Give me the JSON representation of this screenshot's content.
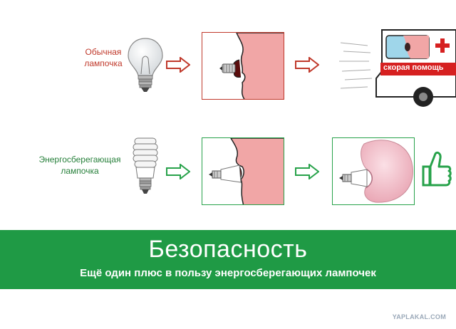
{
  "row1": {
    "label_line1": "Обычная",
    "label_line2": "лампочка"
  },
  "row2": {
    "label_line1": "Энергосберегающая",
    "label_line2": "лампочка"
  },
  "ambulance": {
    "text": "скорая помощь"
  },
  "banner": {
    "title": "Безопасность",
    "subtitle": "Ещё один плюс в пользу энергосберегающих лампочек"
  },
  "watermark": "YAPLAKAL.COM",
  "colors": {
    "red": "#c0392b",
    "green": "#1f9a45",
    "skin": "#f1a6a6"
  }
}
